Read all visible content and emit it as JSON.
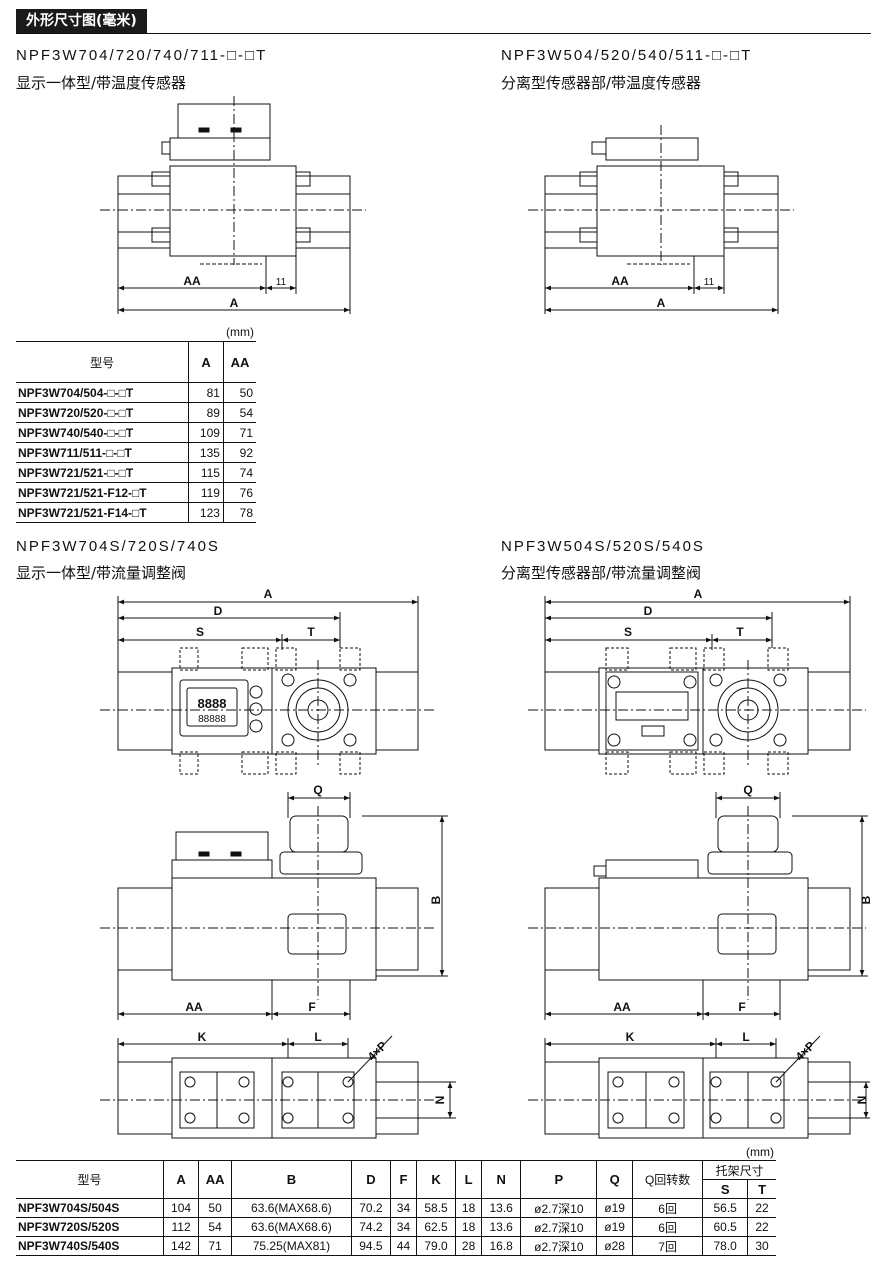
{
  "header": {
    "title": "外形尺寸图(毫米)"
  },
  "sections": [
    {
      "code": "NPF3W704/720/740/711-□-□T",
      "subtitle": "显示一体型/带温度传感器"
    },
    {
      "code": "NPF3W504/520/540/511-□-□T",
      "subtitle": "分离型传感器部/带温度传感器"
    },
    {
      "code": "NPF3W704S/720S/740S",
      "subtitle": "显示一体型/带流量调整阀"
    },
    {
      "code": "NPF3W504S/520S/540S",
      "subtitle": "分离型传感器部/带流量调整阀"
    }
  ],
  "dims": {
    "AA": "AA",
    "A": "A",
    "eleven": "11",
    "D": "D",
    "S": "S",
    "T": "T",
    "Q": "Q",
    "B": "B",
    "F": "F",
    "K": "K",
    "L": "L",
    "N": "N",
    "P": "4×P"
  },
  "table1": {
    "unit": "(mm)",
    "headers": [
      "型号",
      "A",
      "AA"
    ],
    "rows": [
      {
        "model": "NPF3W704/504-□-□T",
        "A": "81",
        "AA": "50"
      },
      {
        "model": "NPF3W720/520-□-□T",
        "A": "89",
        "AA": "54"
      },
      {
        "model": "NPF3W740/540-□-□T",
        "A": "109",
        "AA": "71"
      },
      {
        "model": "NPF3W711/511-□-□T",
        "A": "135",
        "AA": "92"
      },
      {
        "model": "NPF3W721/521-□-□T",
        "A": "115",
        "AA": "74"
      },
      {
        "model": "NPF3W721/521-F12-□T",
        "A": "119",
        "AA": "76"
      },
      {
        "model": "NPF3W721/521-F14-□T",
        "A": "123",
        "AA": "78"
      }
    ]
  },
  "table2": {
    "unit": "(mm)",
    "headers": [
      "型号",
      "A",
      "AA",
      "B",
      "D",
      "F",
      "K",
      "L",
      "N",
      "P",
      "Q",
      "Q回转数",
      "托架尺寸",
      "S",
      "T"
    ],
    "rows": [
      {
        "model": "NPF3W704S/504S",
        "A": "104",
        "AA": "50",
        "B": "63.6(MAX68.6)",
        "D": "70.2",
        "F": "34",
        "K": "58.5",
        "L": "18",
        "N": "13.6",
        "P": "ø2.7深10",
        "Q": "ø19",
        "QR": "6回",
        "S": "56.5",
        "T": "22"
      },
      {
        "model": "NPF3W720S/520S",
        "A": "112",
        "AA": "54",
        "B": "63.6(MAX68.6)",
        "D": "74.2",
        "F": "34",
        "K": "62.5",
        "L": "18",
        "N": "13.6",
        "P": "ø2.7深10",
        "Q": "ø19",
        "QR": "6回",
        "S": "60.5",
        "T": "22"
      },
      {
        "model": "NPF3W740S/540S",
        "A": "142",
        "AA": "71",
        "B": "75.25(MAX81)",
        "D": "94.5",
        "F": "44",
        "K": "79.0",
        "L": "28",
        "N": "16.8",
        "P": "ø2.7深10",
        "Q": "ø28",
        "QR": "7回",
        "S": "78.0",
        "T": "30"
      }
    ]
  }
}
